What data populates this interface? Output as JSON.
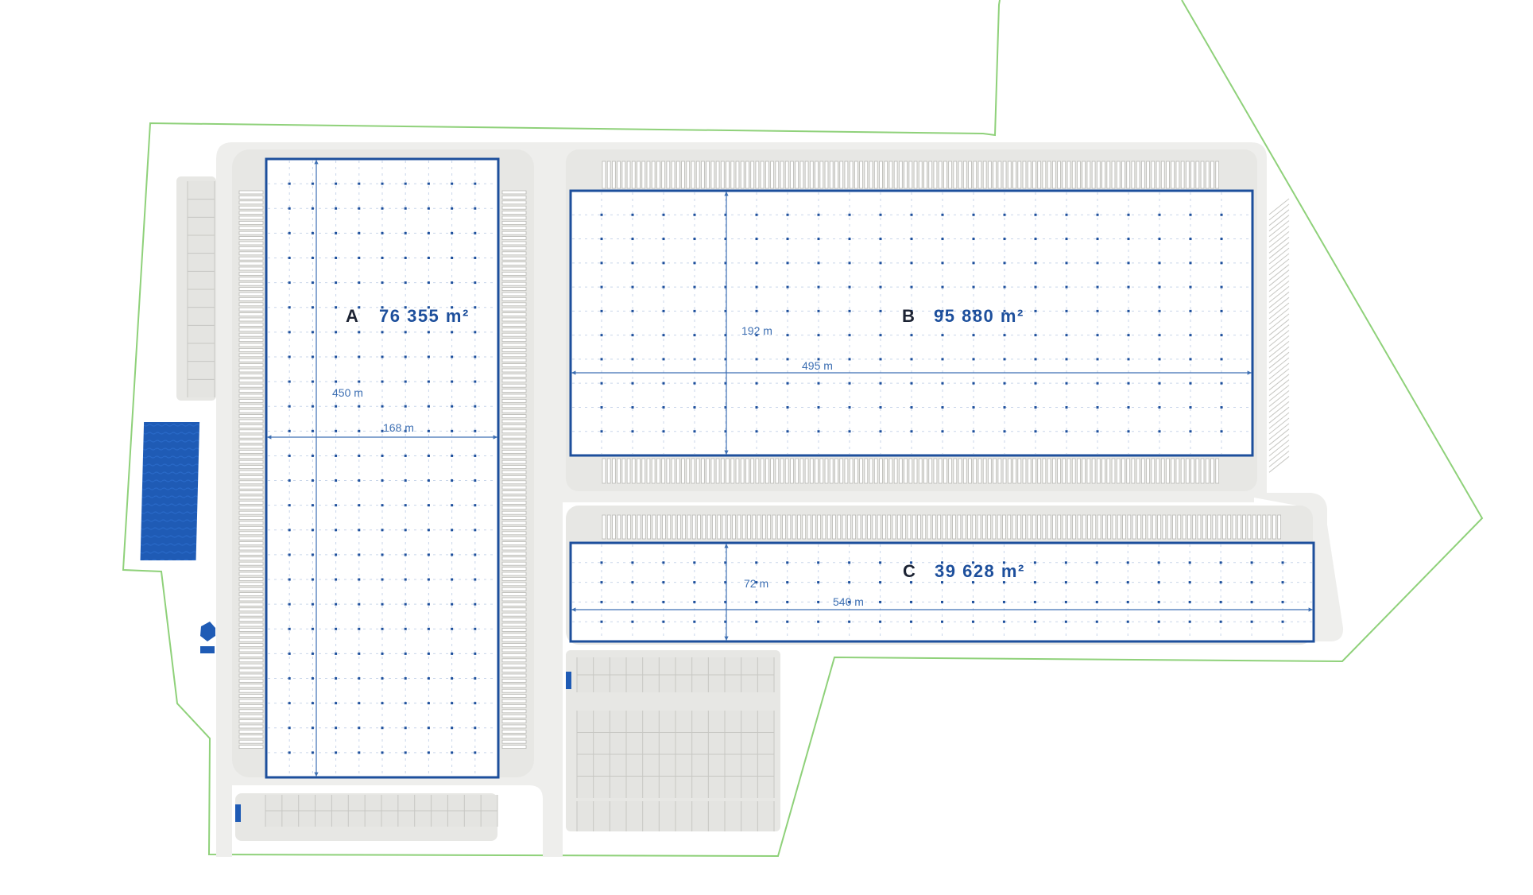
{
  "colors": {
    "plot_boundary": "#8fd17a",
    "building_outline": "#1d4f9c",
    "dimension_line": "#3d6fb3",
    "area_text": "#1d4f9c",
    "letter_text": "#1c2333",
    "road": "#eeeeec",
    "accent_block": "#1f5bb5"
  },
  "buildings": {
    "A": {
      "letter": "A",
      "area": "76 355 m²",
      "length_label": "450 m",
      "width_label": "168 m"
    },
    "B": {
      "letter": "B",
      "area": "95 880 m²",
      "length_label": "495 m",
      "width_label": "192 m"
    },
    "C": {
      "letter": "C",
      "area": "39 628 m²",
      "length_label": "540 m",
      "width_label": "72 m"
    }
  },
  "icons": {
    "pond": "water-basin-icon",
    "gatehouse": "gatehouse-icon"
  }
}
